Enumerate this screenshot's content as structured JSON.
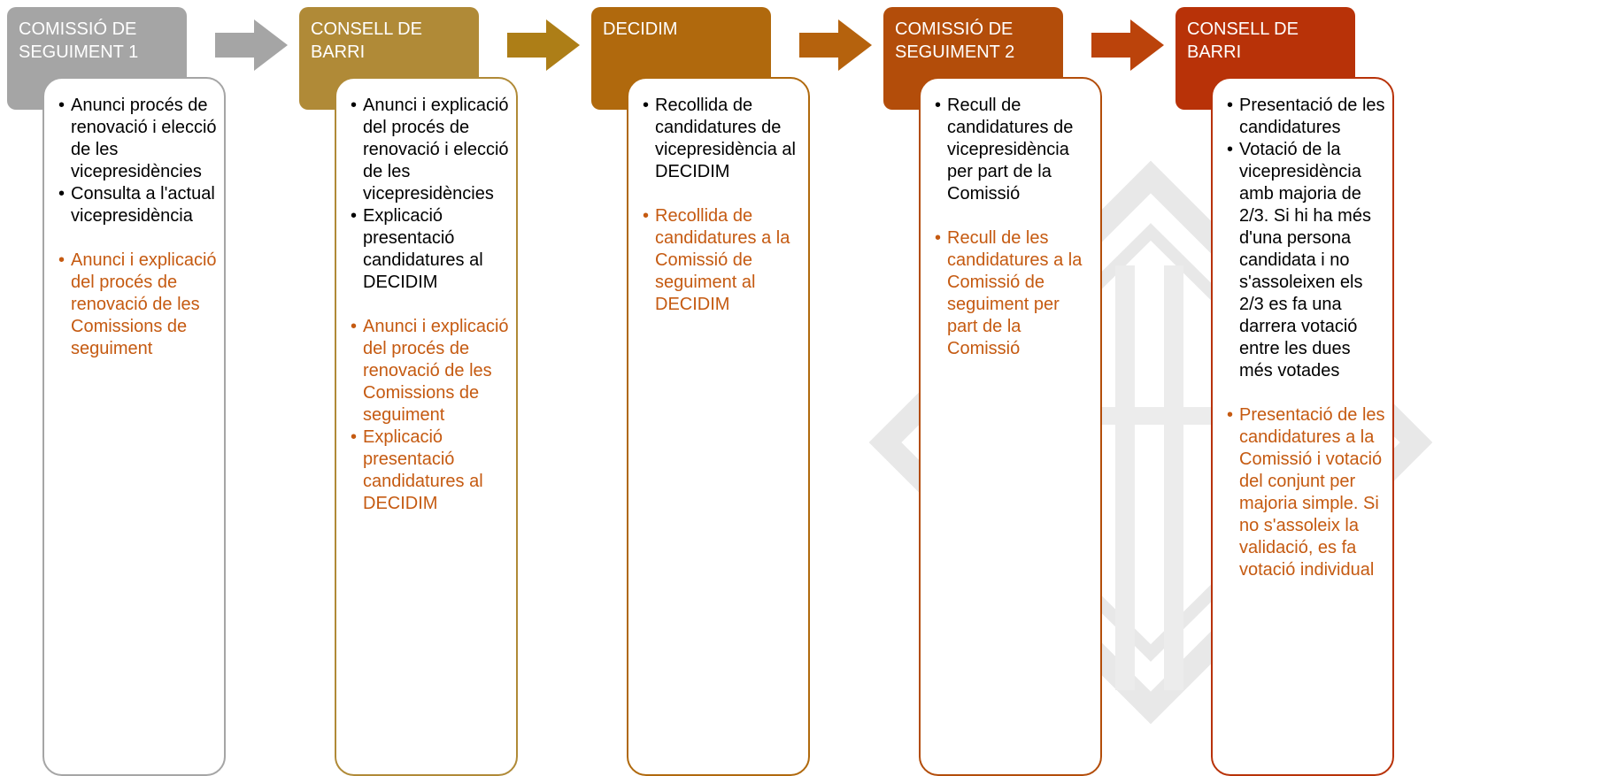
{
  "colors": {
    "stage_1": "#a5a5a5",
    "stage_2": "#b08a37",
    "stage_3": "#b0690d",
    "stage_4": "#b34d0a",
    "stage_5": "#b83208",
    "text_secondary": "#c55a11",
    "text_primary": "#000000"
  },
  "stages": [
    {
      "title": "COMISSIÓ DE SEGUIMENT 1",
      "items": [
        "Anunci procés de renovació i elecció de les vicepresidències",
        "Consulta a l'actual vicepresidència"
      ],
      "secondary_items": [
        "Anunci i explicació del procés de renovació de les Comissions de seguiment"
      ]
    },
    {
      "title": "CONSELL DE BARRI",
      "items": [
        "Anunci i explicació del procés de renovació i elecció de les vicepresidències",
        "Explicació presentació candidatures al DECIDIM"
      ],
      "secondary_items": [
        "Anunci i explicació del procés de renovació de les Comissions de seguiment",
        "Explicació presentació candidatures al DECIDIM"
      ]
    },
    {
      "title": "DECIDIM",
      "items": [
        "Recollida de candidatures de vicepresidència al DECIDIM"
      ],
      "secondary_items": [
        "Recollida de candidatures a la Comissió de seguiment al DECIDIM"
      ]
    },
    {
      "title": "COMISSIÓ DE SEGUIMENT 2",
      "items": [
        " Recull de candidatures de vicepresidència per part de la Comissió"
      ],
      "secondary_items": [
        "Recull de les candidatures  a la Comissió de seguiment per part de la Comissió"
      ]
    },
    {
      "title": "CONSELL DE BARRI",
      "items": [
        "Presentació de les candidatures",
        "Votació de la vicepresidència amb majoria de 2/3. Si hi ha més d'una persona candidata i no s'assoleixen els 2/3 es fa una darrera votació entre les dues més votades"
      ],
      "secondary_items": [
        "Presentació de les candidatures a la Comissió i votació del conjunt per majoria simple. Si no s'assoleix la  validació, es fa votació individual"
      ]
    }
  ]
}
